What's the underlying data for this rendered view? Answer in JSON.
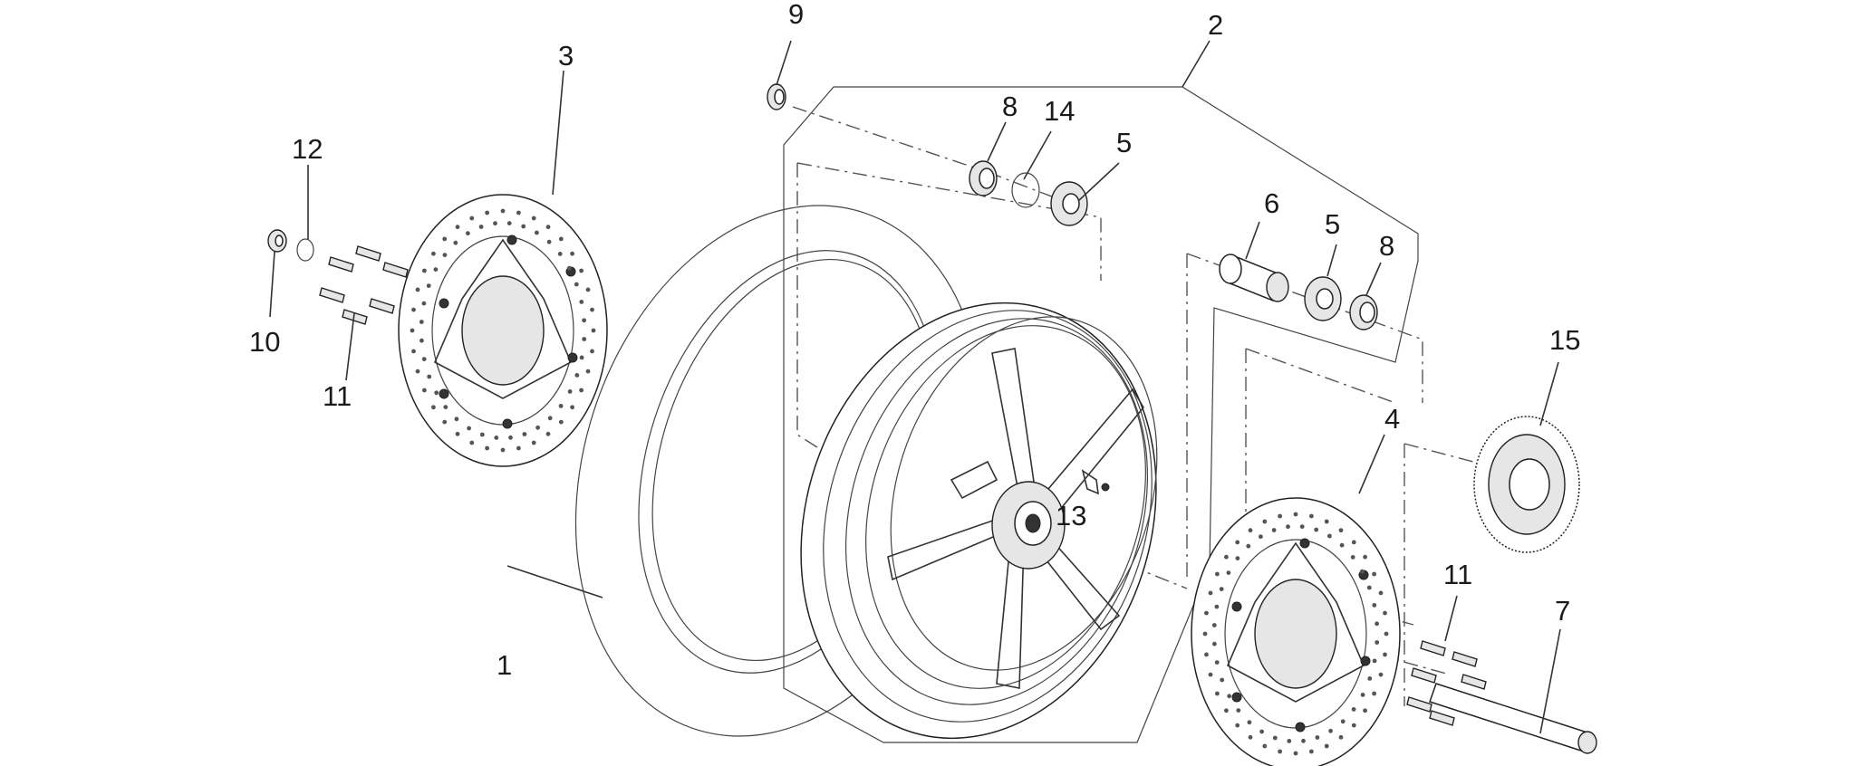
{
  "labels": [
    {
      "id": "1",
      "text": "1"
    },
    {
      "id": "2",
      "text": "2"
    },
    {
      "id": "3",
      "text": "3"
    },
    {
      "id": "4",
      "text": "4"
    },
    {
      "id": "5a",
      "text": "5"
    },
    {
      "id": "5b",
      "text": "5"
    },
    {
      "id": "6",
      "text": "6"
    },
    {
      "id": "7",
      "text": "7"
    },
    {
      "id": "8a",
      "text": "8"
    },
    {
      "id": "8b",
      "text": "8"
    },
    {
      "id": "9",
      "text": "9"
    },
    {
      "id": "10",
      "text": "10"
    },
    {
      "id": "11a",
      "text": "11"
    },
    {
      "id": "11b",
      "text": "11"
    },
    {
      "id": "12",
      "text": "12"
    },
    {
      "id": "13",
      "text": "13"
    },
    {
      "id": "14",
      "text": "14"
    },
    {
      "id": "15",
      "text": "15"
    }
  ]
}
